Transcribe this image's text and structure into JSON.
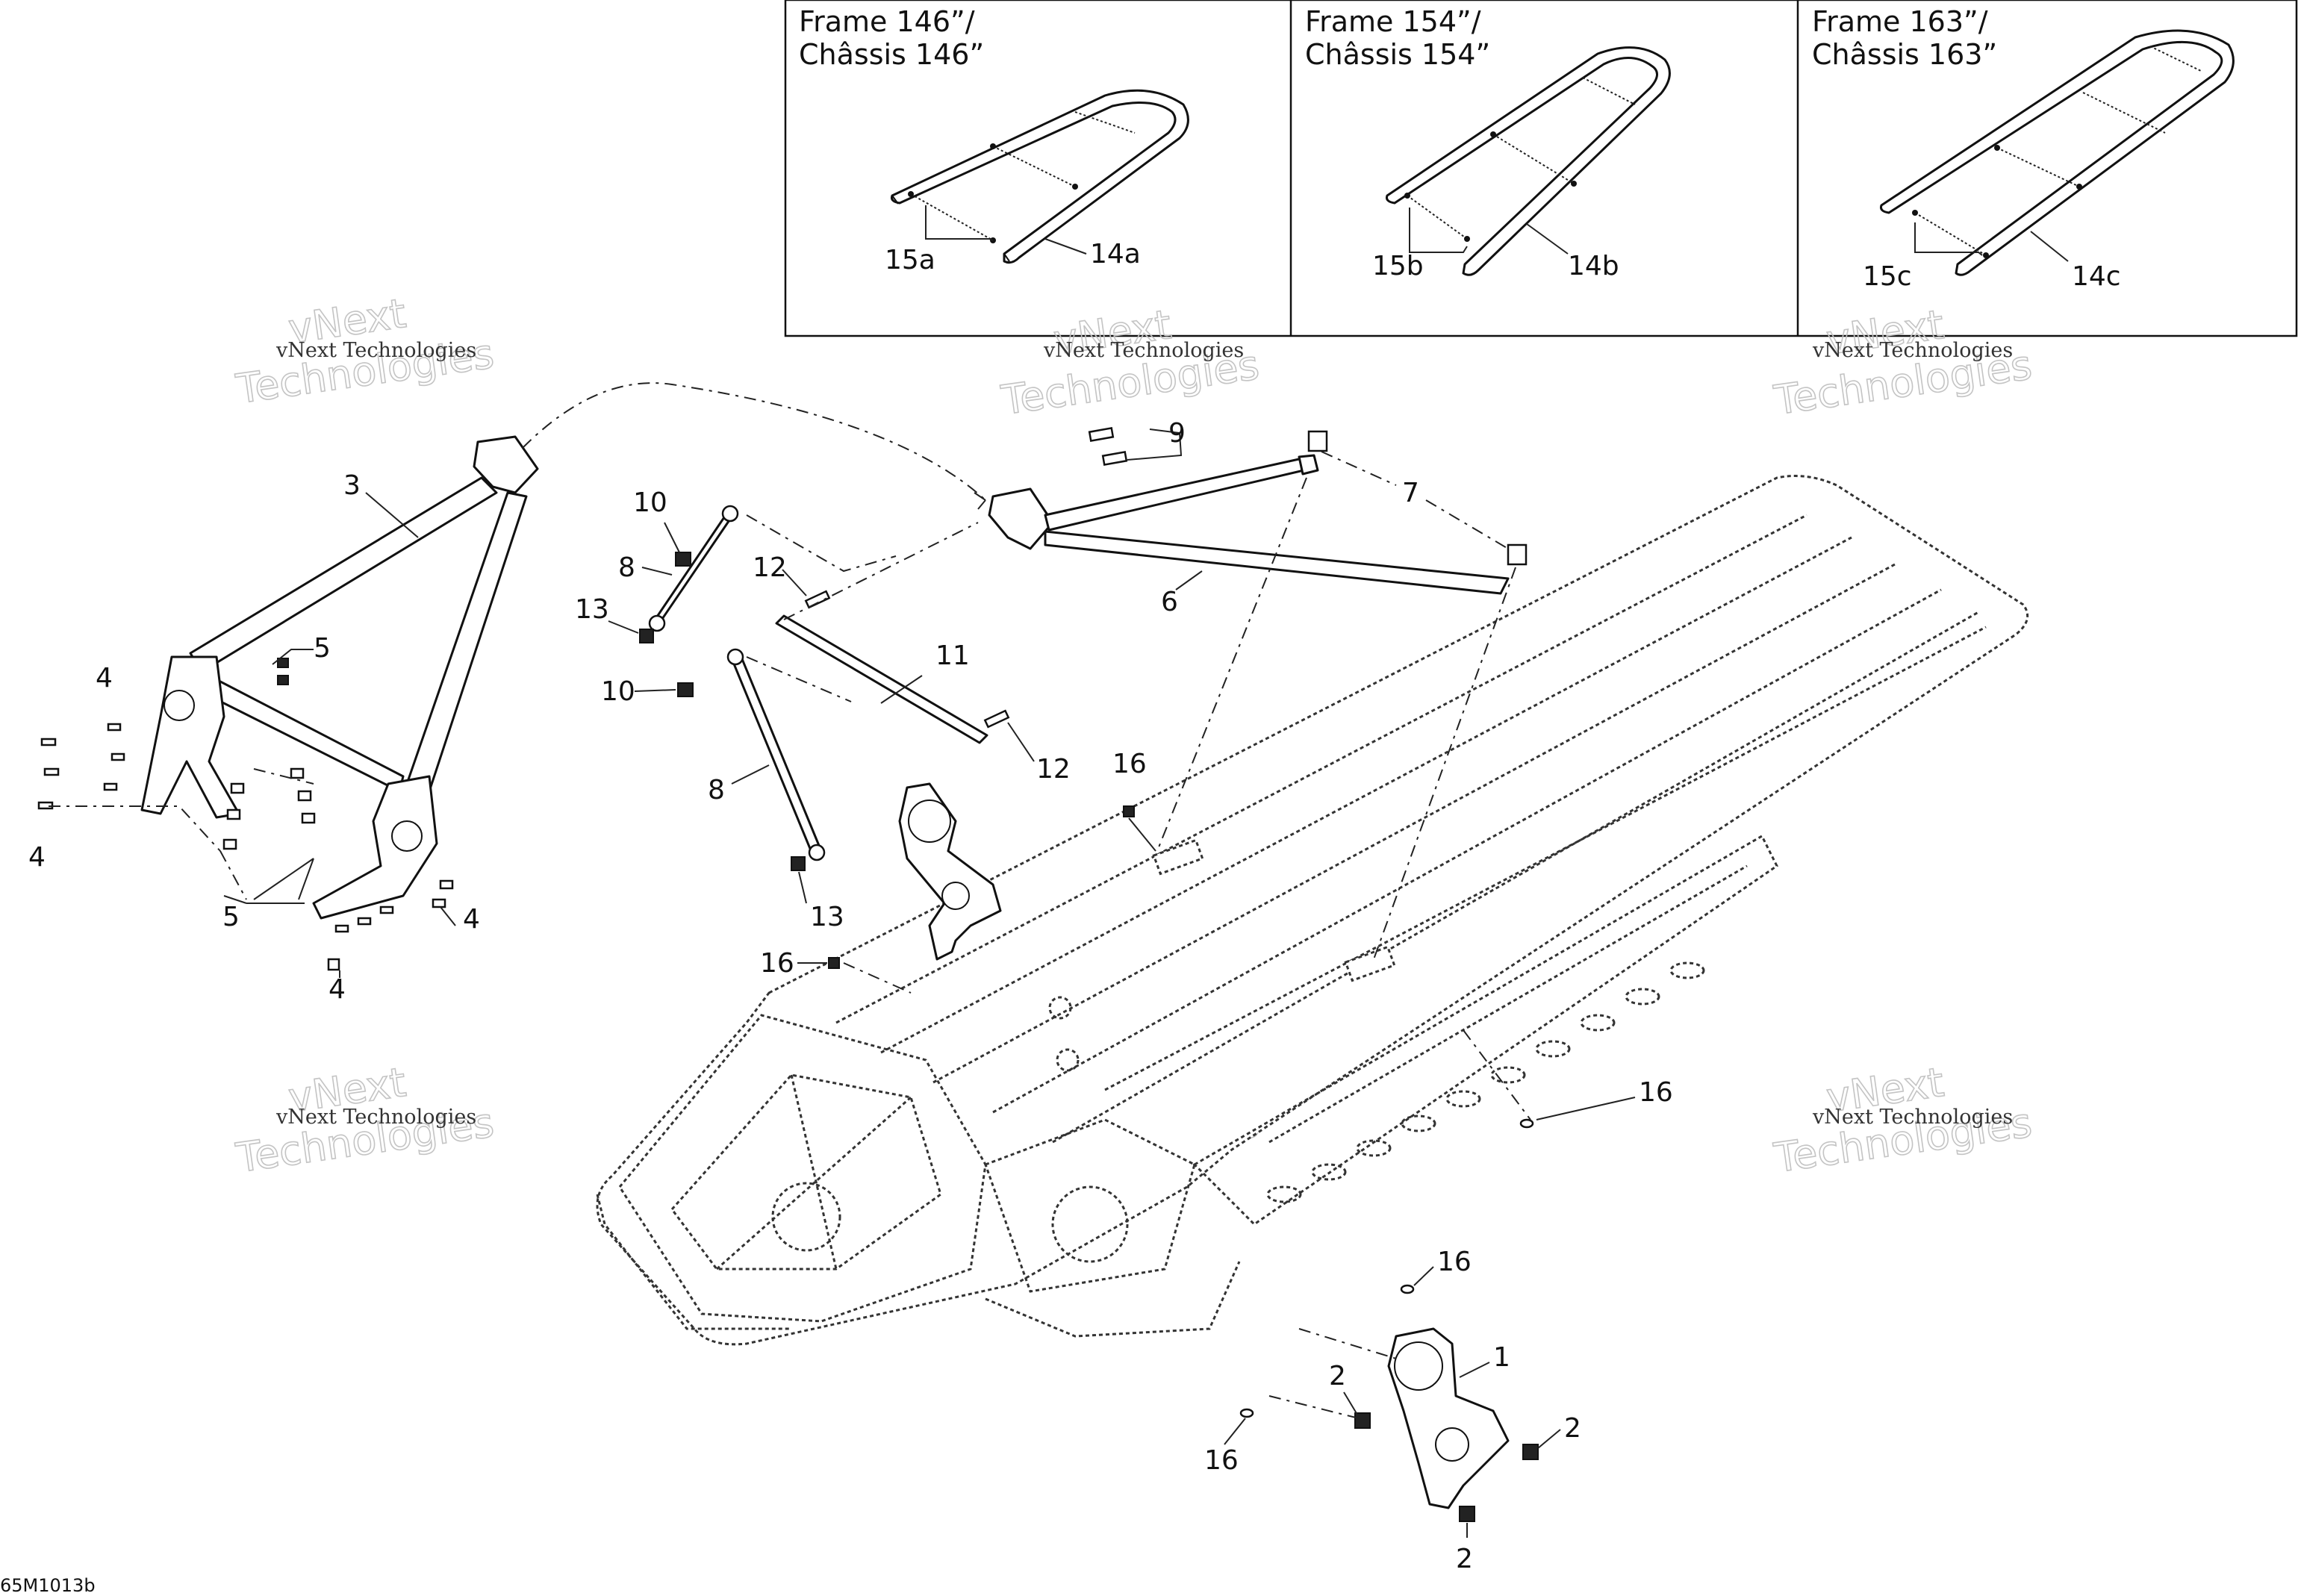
{
  "insets": [
    {
      "title_line1": "Frame 146”/",
      "title_line2": "Châssis 146”",
      "label_left": "15a",
      "label_right": "14a"
    },
    {
      "title_line1": "Frame 154”/",
      "title_line2": "Châssis 154”",
      "label_left": "15b",
      "label_right": "14b"
    },
    {
      "title_line1": "Frame 163”/",
      "title_line2": "Châssis 163”",
      "label_left": "15c",
      "label_right": "14c"
    }
  ],
  "callouts": {
    "c1": "1",
    "c2a": "2",
    "c2b": "2",
    "c2c": "2",
    "c3": "3",
    "c4a": "4",
    "c4b": "4",
    "c4c": "4",
    "c4d": "4",
    "c5a": "5",
    "c5b": "5",
    "c6": "6",
    "c7": "7",
    "c8a": "8",
    "c8b": "8",
    "c9": "9",
    "c10a": "10",
    "c10b": "10",
    "c11": "11",
    "c12a": "12",
    "c12b": "12",
    "c13a": "13",
    "c13b": "13",
    "c16a": "16",
    "c16b": "16",
    "c16c": "16",
    "c16d": "16",
    "c16e": "16"
  },
  "watermark": {
    "line_small": "vNext Technologies",
    "line_big1": "vNext",
    "line_big2": "Technologies"
  },
  "drawing_code": "65M1013b"
}
